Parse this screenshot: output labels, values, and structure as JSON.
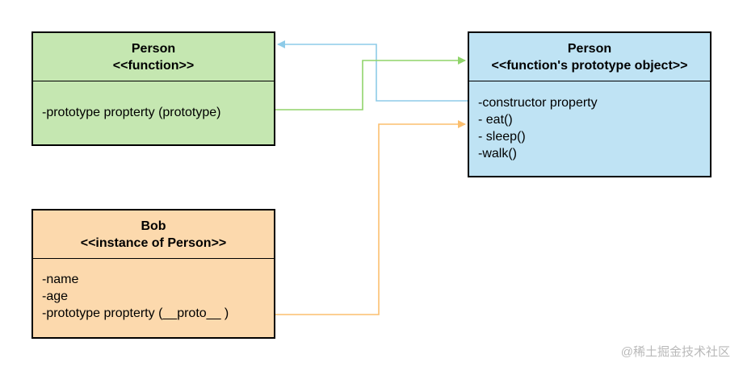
{
  "boxes": {
    "person_function": {
      "title": "Person",
      "stereotype": "<<function>>",
      "attributes": [
        "-prototype propterty (prototype)"
      ],
      "fill": "#c5e7b1"
    },
    "person_prototype": {
      "title": "Person",
      "stereotype": "<<function's prototype object>>",
      "attributes": [
        "-constructor property",
        "- eat()",
        "- sleep()",
        "-walk()"
      ],
      "fill": "#bfe3f4"
    },
    "bob": {
      "title": "Bob",
      "stereotype": "<<instance of Person>>",
      "attributes": [
        "-name",
        "-age",
        "-prototype propterty (__proto__ )"
      ],
      "fill": "#fcd9ad"
    }
  },
  "connector_colors": {
    "constructor": "#8ecbe8",
    "prototype": "#90d46a",
    "proto": "#fbbf6f"
  },
  "watermark": "@稀土掘金技术社区"
}
